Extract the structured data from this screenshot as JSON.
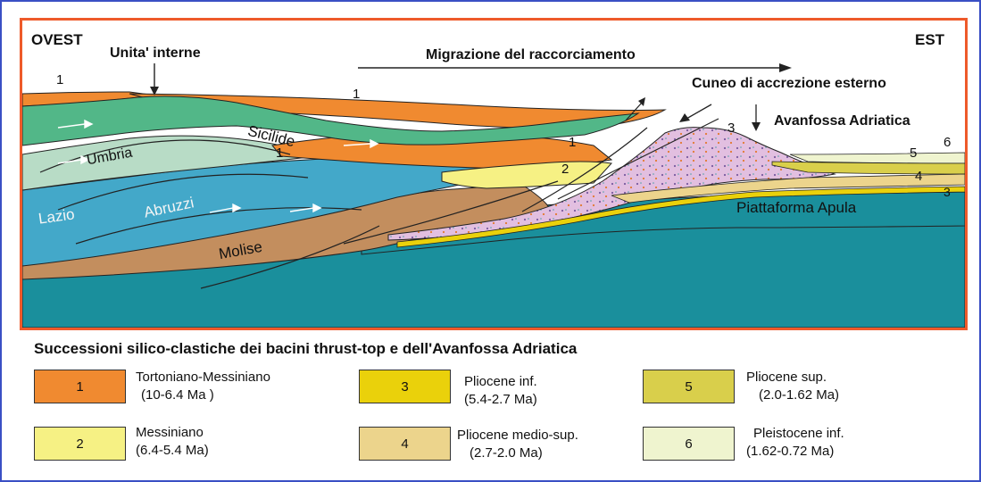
{
  "colors": {
    "frame": "#3a4fc4",
    "section_border": "#ee5a2a",
    "sicilide": "#52b788",
    "umbria": "#b8dcc6",
    "lazio_abruzzi": "#43a8c9",
    "molise": "#c38e5e",
    "apula": "#1a8f9c",
    "tortoniano": "#f08a30",
    "messiniano": "#f6f184",
    "pliocene_inf": "#ead10b",
    "pliocene_medio": "#ecd48c",
    "pliocene_sup": "#d9cf4b",
    "pleistocene": "#eff4cf",
    "cuneo": "#e2bfe0"
  },
  "diagram": {
    "west_label": "OVEST",
    "east_label": "EST",
    "internal_units": "Unita' interne",
    "migration": "Migrazione del raccorciamento",
    "wedge": "Cuneo di accrezione esterno",
    "foredeep": "Avanfossa Adriatica",
    "units": {
      "sicilide": "Sicilide",
      "umbria": "Umbria",
      "lazio": "Lazio",
      "abruzzi": "Abruzzi",
      "molise": "Molise",
      "apula": "Piattaforma Apula"
    },
    "numbers": {
      "n1": "1",
      "n2": "2",
      "n3": "3",
      "n4": "4",
      "n5": "5",
      "n6": "6"
    }
  },
  "legend": {
    "title": "Successioni silico-clastiche dei bacini thrust-top e dell'Avanfossa Adriatica",
    "items": [
      {
        "num": "1",
        "line1": "Tortoniano-Messiniano",
        "line2": "(10-6.4 Ma )"
      },
      {
        "num": "2",
        "line1": "Messiniano",
        "line2": "(6.4-5.4 Ma)"
      },
      {
        "num": "3",
        "line1": "Pliocene inf.",
        "line2": "(5.4-2.7 Ma)"
      },
      {
        "num": "4",
        "line1": "Pliocene medio-sup.",
        "line2": "(2.7-2.0 Ma)"
      },
      {
        "num": "5",
        "line1": "Pliocene sup.",
        "line2": "(2.0-1.62 Ma)"
      },
      {
        "num": "6",
        "line1": "Pleistocene inf.",
        "line2": "(1.62-0.72 Ma)"
      }
    ]
  }
}
